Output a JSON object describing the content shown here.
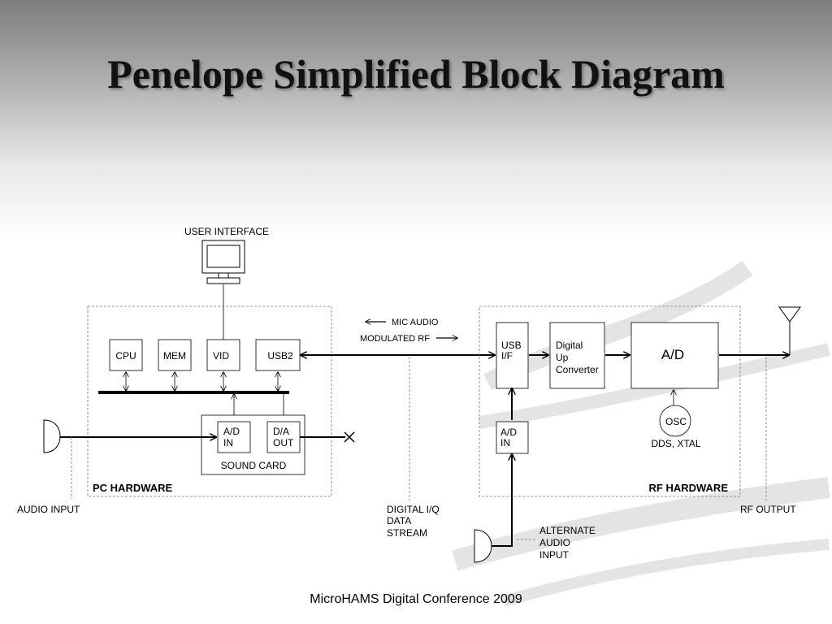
{
  "slide": {
    "title": "Penelope Simplified Block Diagram",
    "footer": "MicroHAMS Digital Conference 2009"
  },
  "diagram": {
    "user_interface": "USER INTERFACE",
    "pc": {
      "label": "PC HARDWARE",
      "cpu": "CPU",
      "mem": "MEM",
      "vid": "VID",
      "usb2": "USB2",
      "sound_card": "SOUND CARD",
      "ad_in": [
        "A/D",
        "IN"
      ],
      "da_out": [
        "D/A",
        "OUT"
      ]
    },
    "audio_input": "AUDIO INPUT",
    "mic_audio": "MIC AUDIO",
    "modulated_rf": "MODULATED RF",
    "digital_iq": [
      "DIGITAL I/Q",
      "DATA",
      "STREAM"
    ],
    "rf": {
      "label": "RF HARDWARE",
      "usb_if": [
        "USB",
        "I/F"
      ],
      "duc": [
        "Digital",
        "Up",
        "Converter"
      ],
      "ad": "A/D",
      "osc": "OSC",
      "dds": "DDS, XTAL",
      "ad_in": [
        "A/D",
        "IN"
      ]
    },
    "rf_output": "RF OUTPUT",
    "alternate_audio": [
      "ALTERNATE",
      "AUDIO",
      "INPUT"
    ]
  }
}
